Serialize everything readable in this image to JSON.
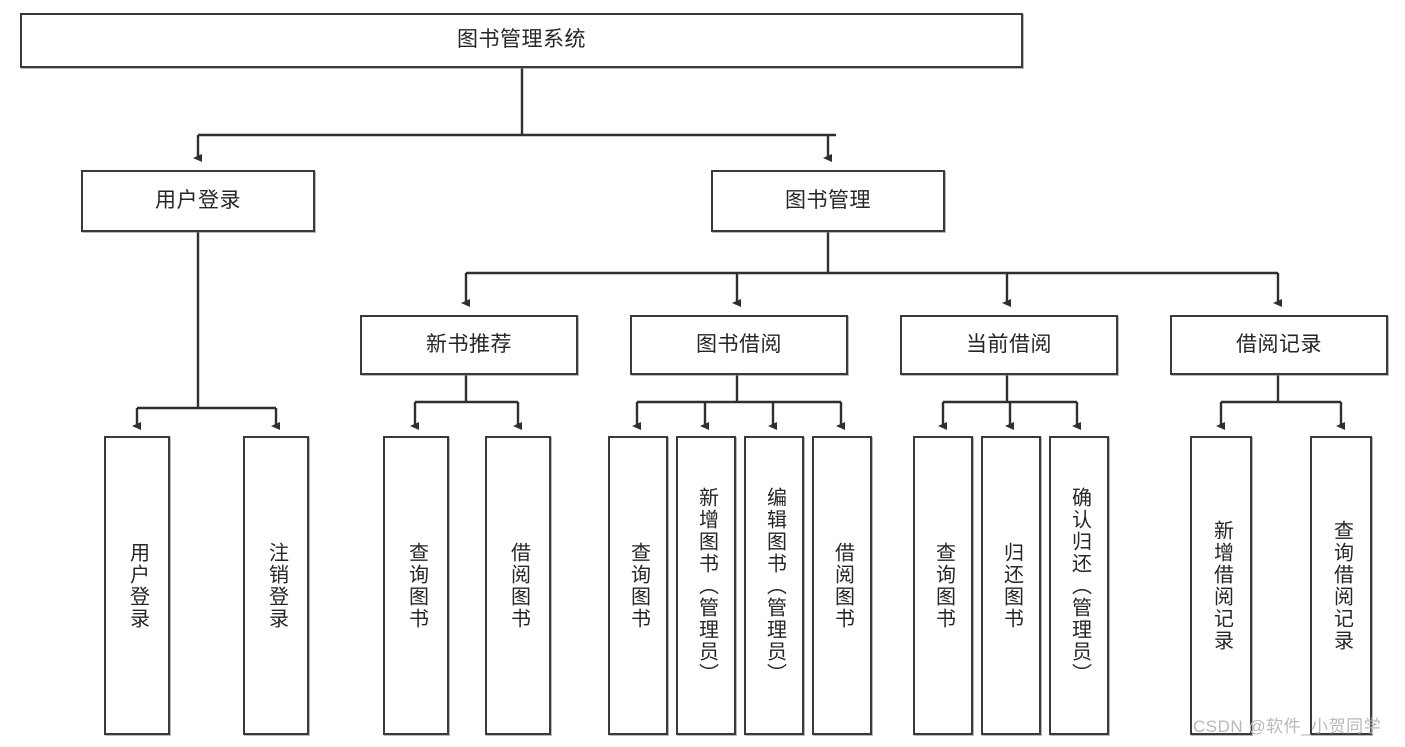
{
  "diagram": {
    "title": "图书管理系统",
    "type": "tree-hierarchy-chart",
    "root": {
      "label": "图书管理系统"
    },
    "level2": [
      {
        "label": "用户登录"
      },
      {
        "label": "图书管理"
      }
    ],
    "level3": [
      {
        "label": "新书推荐"
      },
      {
        "label": "图书借阅"
      },
      {
        "label": "当前借阅"
      },
      {
        "label": "借阅记录"
      }
    ],
    "leaves": {
      "user_login": [
        {
          "label": "用户登录"
        },
        {
          "label": "注销登录"
        }
      ],
      "new_book_recommend": [
        {
          "label": "查询图书"
        },
        {
          "label": "借阅图书"
        }
      ],
      "book_borrow": [
        {
          "label": "查询图书"
        },
        {
          "label": "新增图书（管理员）"
        },
        {
          "label": "编辑图书（管理员）"
        },
        {
          "label": "借阅图书"
        }
      ],
      "current_borrow": [
        {
          "label": "查询图书"
        },
        {
          "label": "归还图书"
        },
        {
          "label": "确认归还（管理员）"
        }
      ],
      "borrow_record": [
        {
          "label": "新增借阅记录"
        },
        {
          "label": "查询借阅记录"
        }
      ]
    }
  },
  "watermark": {
    "text": "CSDN @软件_小贺同学"
  },
  "colors": {
    "box_border": "#3a3a3a",
    "box_fill": "#ffffff",
    "text": "#262626",
    "connector": "#2f2f2f",
    "watermark": "#b9b9b9",
    "page_background": "#ffffff"
  }
}
